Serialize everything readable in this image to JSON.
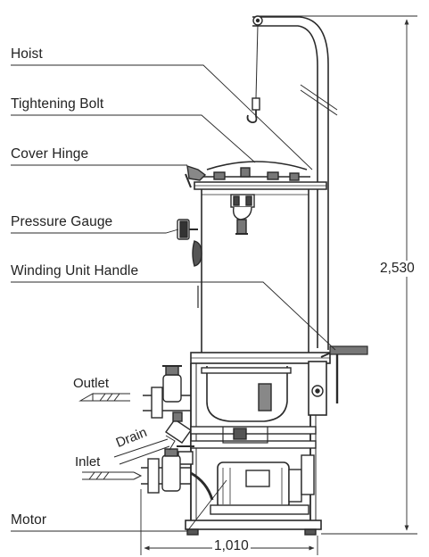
{
  "labels": {
    "hoist": "Hoist",
    "tightening_bolt": "Tightening Bolt",
    "cover_hinge": "Cover Hinge",
    "pressure_gauge": "Pressure Gauge",
    "winding_unit_handle": "Winding Unit Handle",
    "outlet": "Outlet",
    "drain": "Drain",
    "inlet": "Inlet",
    "motor": "Motor"
  },
  "dimensions": {
    "height": "2,530",
    "width": "1,010"
  }
}
